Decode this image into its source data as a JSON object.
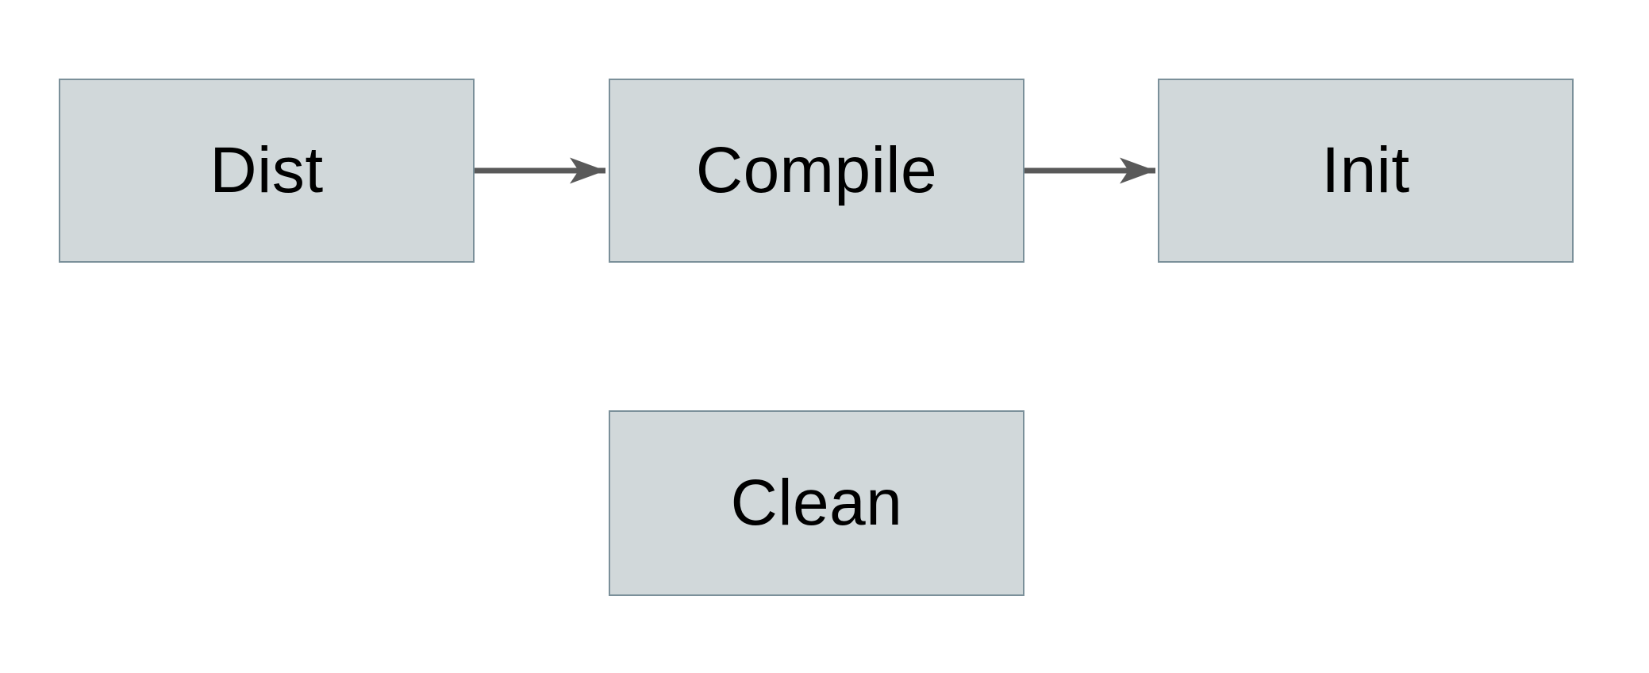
{
  "diagram": {
    "type": "flowchart",
    "nodes": [
      {
        "id": "dist",
        "label": "Dist"
      },
      {
        "id": "compile",
        "label": "Compile"
      },
      {
        "id": "init",
        "label": "Init"
      },
      {
        "id": "clean",
        "label": "Clean"
      }
    ],
    "edges": [
      {
        "from": "Dist",
        "to": "Compile"
      },
      {
        "from": "Compile",
        "to": "Init"
      }
    ]
  },
  "colors": {
    "background": "#ffffff",
    "node-fill": "#d1d8da",
    "node-border": "#7b909a",
    "arrow": "#595959",
    "text": "#000000"
  }
}
